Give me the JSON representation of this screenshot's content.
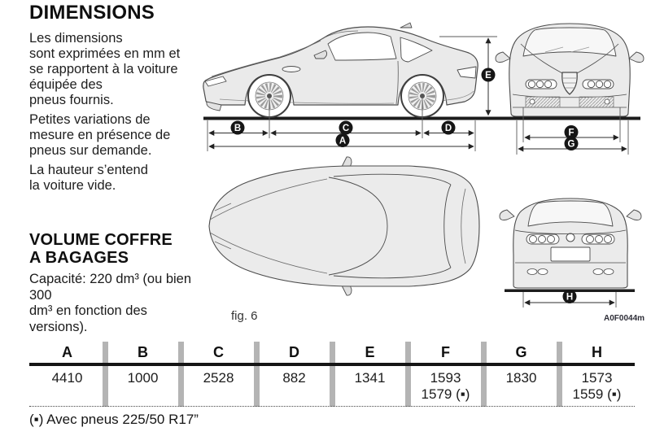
{
  "page": {
    "title": "DIMENSIONS",
    "paragraphs": [
      "Les dimensions\nsont exprimées en mm et\nse rapportent à la voiture\néquipée des\npneus fournis.",
      "Petites variations de\nmesure en présence de\npneus sur demande.",
      "La hauteur s’entend\nla voiture vide."
    ],
    "volume_heading": "VOLUME COFFRE\nA BAGAGES",
    "volume_text": "Capacité: 220 dm³ (ou bien 300\ndm³ en fonction des versions).",
    "figure_caption": "fig. 6",
    "figure_code": "A0F0044m",
    "footnote": "(▪) Avec pneus 225/50 R17”"
  },
  "diagram": {
    "labels": [
      "A",
      "B",
      "C",
      "D",
      "E",
      "F",
      "G",
      "H"
    ],
    "views": [
      "side",
      "top",
      "front",
      "rear"
    ]
  },
  "table": {
    "headers": [
      "A",
      "B",
      "C",
      "D",
      "E",
      "F",
      "G",
      "H"
    ],
    "values": [
      "4410",
      "1000",
      "2528",
      "882",
      "1341",
      "1593\n1579 (▪)",
      "1830",
      "1573\n1559 (▪)"
    ]
  },
  "colors": {
    "ground_line": "#1c1c1c",
    "car_body_fill": "#eaeaea",
    "car_outline": "#4c4c4c",
    "dimension_line": "#2e2e2e",
    "label_circle": "#161616",
    "table_separator": "#b4b4b4",
    "table_rule": "#151515"
  }
}
